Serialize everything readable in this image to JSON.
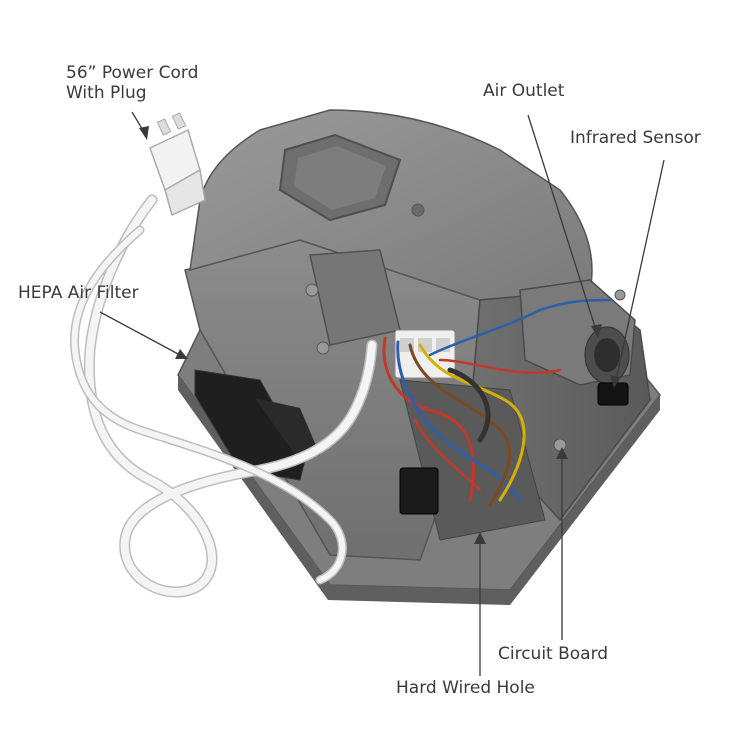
{
  "labels": {
    "power_cord_line1": "56” Power Cord",
    "power_cord_line2": "With Plug",
    "air_outlet": "Air Outlet",
    "infrared_sensor": "Infrared Sensor",
    "hepa_filter": "HEPA Air Filter",
    "circuit_board": "Circuit Board",
    "hard_wired_hole": "Hard Wired Hole"
  },
  "colors": {
    "housing": "#8a8a8a",
    "housing_dark": "#5e5e5e",
    "cord": "#f2f2f2",
    "wire_red": "#c0392b",
    "wire_blue": "#2e5fa8",
    "wire_yellow": "#d4b000",
    "wire_brown": "#7a4a22"
  }
}
